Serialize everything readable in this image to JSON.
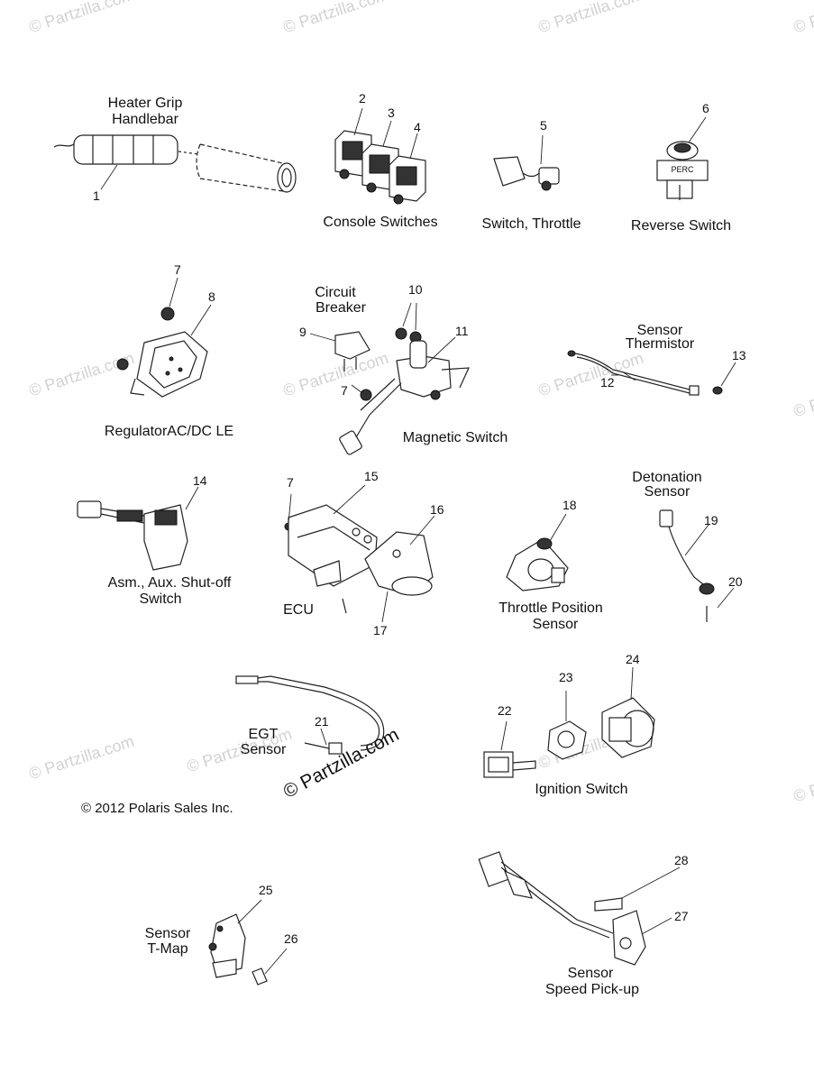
{
  "watermarks": [
    "© Partzilla.com",
    "© Partzilla.com",
    "© Partzilla.com",
    "© Partzilla.com",
    "© Partzilla.com",
    "© Partzilla.com",
    "© Partzilla.com",
    "© Partzilla.com",
    "© Partzilla.com",
    "© Partzilla.com",
    "© Partzilla.com",
    "© Partzilla.com"
  ],
  "watermark_main": "© Partzilla.com",
  "copyright": "© 2012 Polaris Sales Inc.",
  "labels": {
    "heater_grip": "Heater Grip",
    "handlebar": "Handlebar",
    "console_switches": "Console Switches",
    "switch_throttle": "Switch, Throttle",
    "reverse_switch": "Reverse Switch",
    "perc": "PERC",
    "circuit": "Circuit",
    "breaker": "Breaker",
    "sensor_a": "Sensor",
    "thermistor": "Thermistor",
    "regulator": "RegulatorAC/DC LE",
    "magnetic_switch": "Magnetic Switch",
    "detonation": "Detonation",
    "sensor_b": "Sensor",
    "aux_line1": "Asm., Aux. Shut-off",
    "aux_line2": "Switch",
    "ecu": "ECU",
    "tps_line1": "Throttle Position",
    "tps_line2": "Sensor",
    "egt_line1": "EGT",
    "egt_line2": "Sensor",
    "ignition_switch": "Ignition Switch",
    "tmap_line1": "Sensor",
    "tmap_line2": "T-Map",
    "speed_line1": "Sensor",
    "speed_line2": "Speed Pick-up"
  },
  "part_numbers": [
    "1",
    "2",
    "3",
    "4",
    "5",
    "6",
    "7",
    "8",
    "9",
    "10",
    "11",
    "7",
    "12",
    "13",
    "14",
    "7",
    "15",
    "16",
    "17",
    "18",
    "19",
    "20",
    "21",
    "22",
    "23",
    "24",
    "25",
    "26",
    "27",
    "28"
  ]
}
